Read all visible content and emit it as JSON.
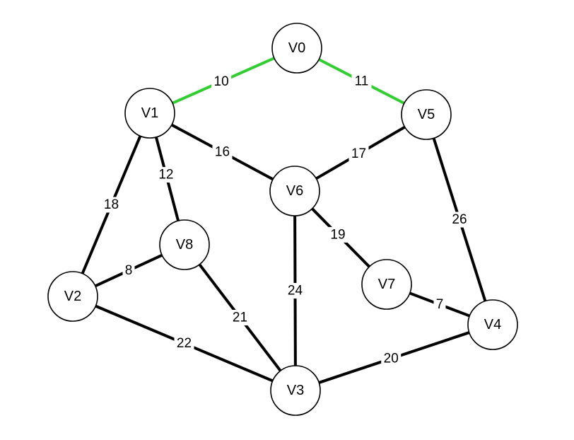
{
  "graph": {
    "colors": {
      "default_edge": "#000000",
      "highlight_edge": "#33cc33"
    },
    "nodes": [
      {
        "id": "V0",
        "label": "V0"
      },
      {
        "id": "V1",
        "label": "V1"
      },
      {
        "id": "V5",
        "label": "V5"
      },
      {
        "id": "V6",
        "label": "V6"
      },
      {
        "id": "V8",
        "label": "V8"
      },
      {
        "id": "V2",
        "label": "V2"
      },
      {
        "id": "V7",
        "label": "V7"
      },
      {
        "id": "V4",
        "label": "V4"
      },
      {
        "id": "V3",
        "label": "V3"
      }
    ],
    "edges": [
      {
        "from": "V0",
        "to": "V1",
        "weight": "10",
        "highlight": true
      },
      {
        "from": "V0",
        "to": "V5",
        "weight": "11",
        "highlight": true
      },
      {
        "from": "V1",
        "to": "V6",
        "weight": "16",
        "highlight": false
      },
      {
        "from": "V5",
        "to": "V6",
        "weight": "17",
        "highlight": false
      },
      {
        "from": "V1",
        "to": "V8",
        "weight": "12",
        "highlight": false
      },
      {
        "from": "V1",
        "to": "V2",
        "weight": "18",
        "highlight": false
      },
      {
        "from": "V5",
        "to": "V4",
        "weight": "26",
        "highlight": false
      },
      {
        "from": "V6",
        "to": "V7",
        "weight": "19",
        "highlight": false
      },
      {
        "from": "V6",
        "to": "V3",
        "weight": "24",
        "highlight": false
      },
      {
        "from": "V8",
        "to": "V2",
        "weight": "8",
        "highlight": false
      },
      {
        "from": "V8",
        "to": "V3",
        "weight": "21",
        "highlight": false
      },
      {
        "from": "V7",
        "to": "V4",
        "weight": "7",
        "highlight": false
      },
      {
        "from": "V2",
        "to": "V3",
        "weight": "22",
        "highlight": false
      },
      {
        "from": "V3",
        "to": "V4",
        "weight": "20",
        "highlight": false
      }
    ]
  }
}
